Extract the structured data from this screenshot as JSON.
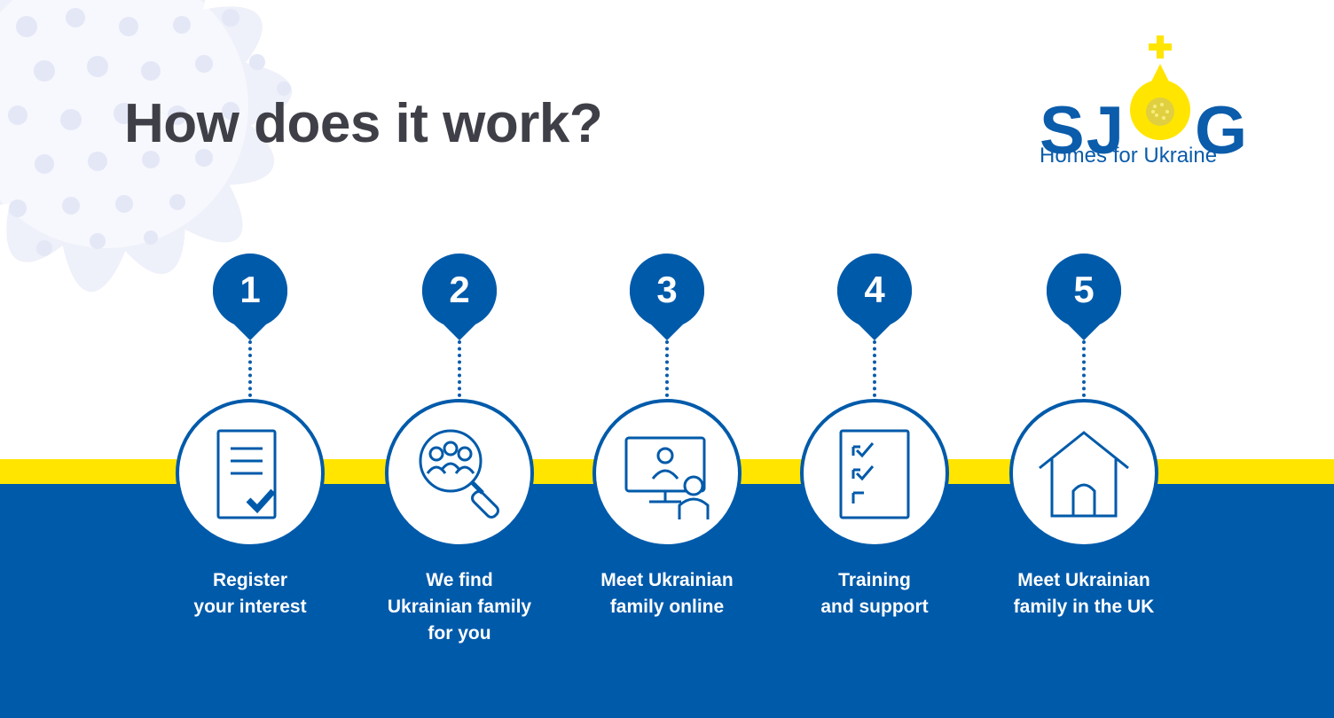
{
  "page": {
    "title": "How does it work?"
  },
  "logo": {
    "left": "SJ",
    "right": "G",
    "subtitle": "Homes for Ukraine"
  },
  "colors": {
    "brand_blue": "#005aaa",
    "accent_yellow": "#ffe500",
    "title_gray": "#3f3f48",
    "flower_tint": "#eef0fa"
  },
  "steps": [
    {
      "number": "1",
      "icon": "document-check-icon",
      "label": [
        "Register",
        "your interest"
      ]
    },
    {
      "number": "2",
      "icon": "family-search-icon",
      "label": [
        "We find",
        "Ukrainian family",
        "for you"
      ]
    },
    {
      "number": "3",
      "icon": "video-call-icon",
      "label": [
        "Meet Ukrainian",
        "family online"
      ]
    },
    {
      "number": "4",
      "icon": "checklist-icon",
      "label": [
        "Training",
        "and support"
      ]
    },
    {
      "number": "5",
      "icon": "house-icon",
      "label": [
        "Meet Ukrainian",
        "family in the UK"
      ]
    }
  ]
}
